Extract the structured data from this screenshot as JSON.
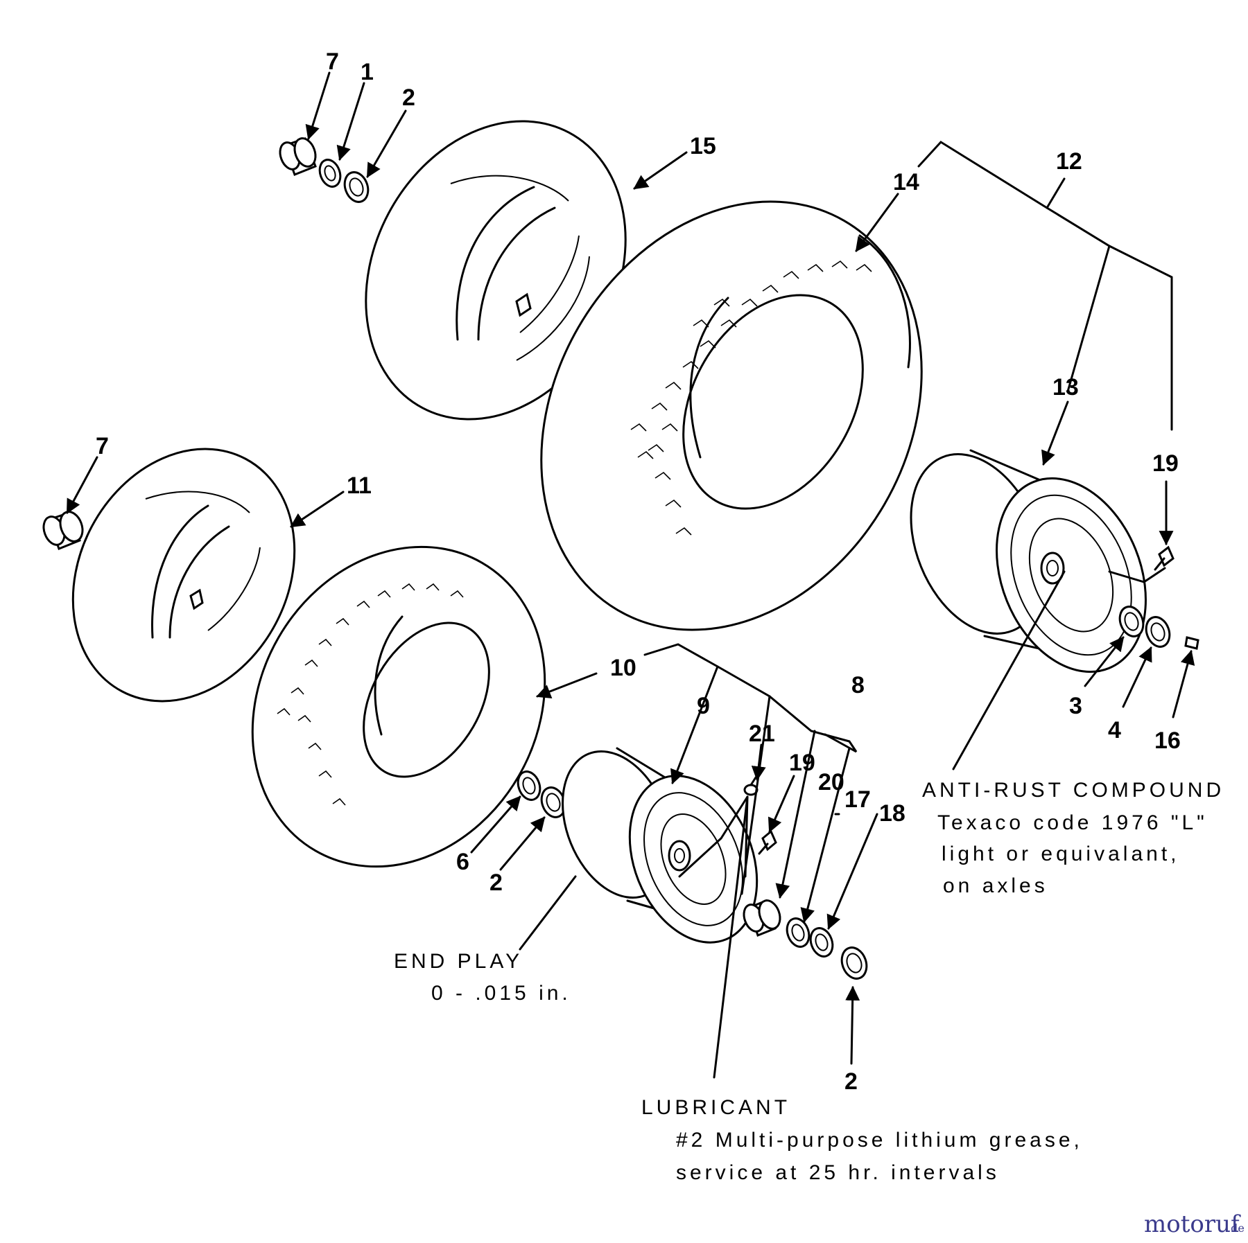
{
  "callouts": {
    "c7a": "7",
    "c1": "1",
    "c2a": "2",
    "c15": "15",
    "c14": "14",
    "c12": "12",
    "c13": "13",
    "c19a": "19",
    "c7b": "7",
    "c11": "11",
    "c10": "10",
    "c9": "9",
    "c8": "8",
    "c21": "21",
    "c19b": "19",
    "c20": "20",
    "c17": "17",
    "c18": "18",
    "c6": "6",
    "c2b": "2",
    "c2c": "2",
    "c3": "3",
    "c4": "4",
    "c16": "16"
  },
  "notes": {
    "antirust_title": "ANTI-RUST COMPOUND",
    "antirust_l1": "Texaco code 1976 \"L\"",
    "antirust_l2": "light or equivalant,",
    "antirust_l3": "on axles",
    "endplay_title": "END PLAY",
    "endplay_value": "0 - .015 in.",
    "lubricant_title": "LUBRICANT",
    "lubricant_l1": "#2 Multi-purpose lithium grease,",
    "lubricant_l2": "service at 25 hr. intervals"
  },
  "watermark": {
    "brand": "motoruf",
    "tld": ".de"
  }
}
